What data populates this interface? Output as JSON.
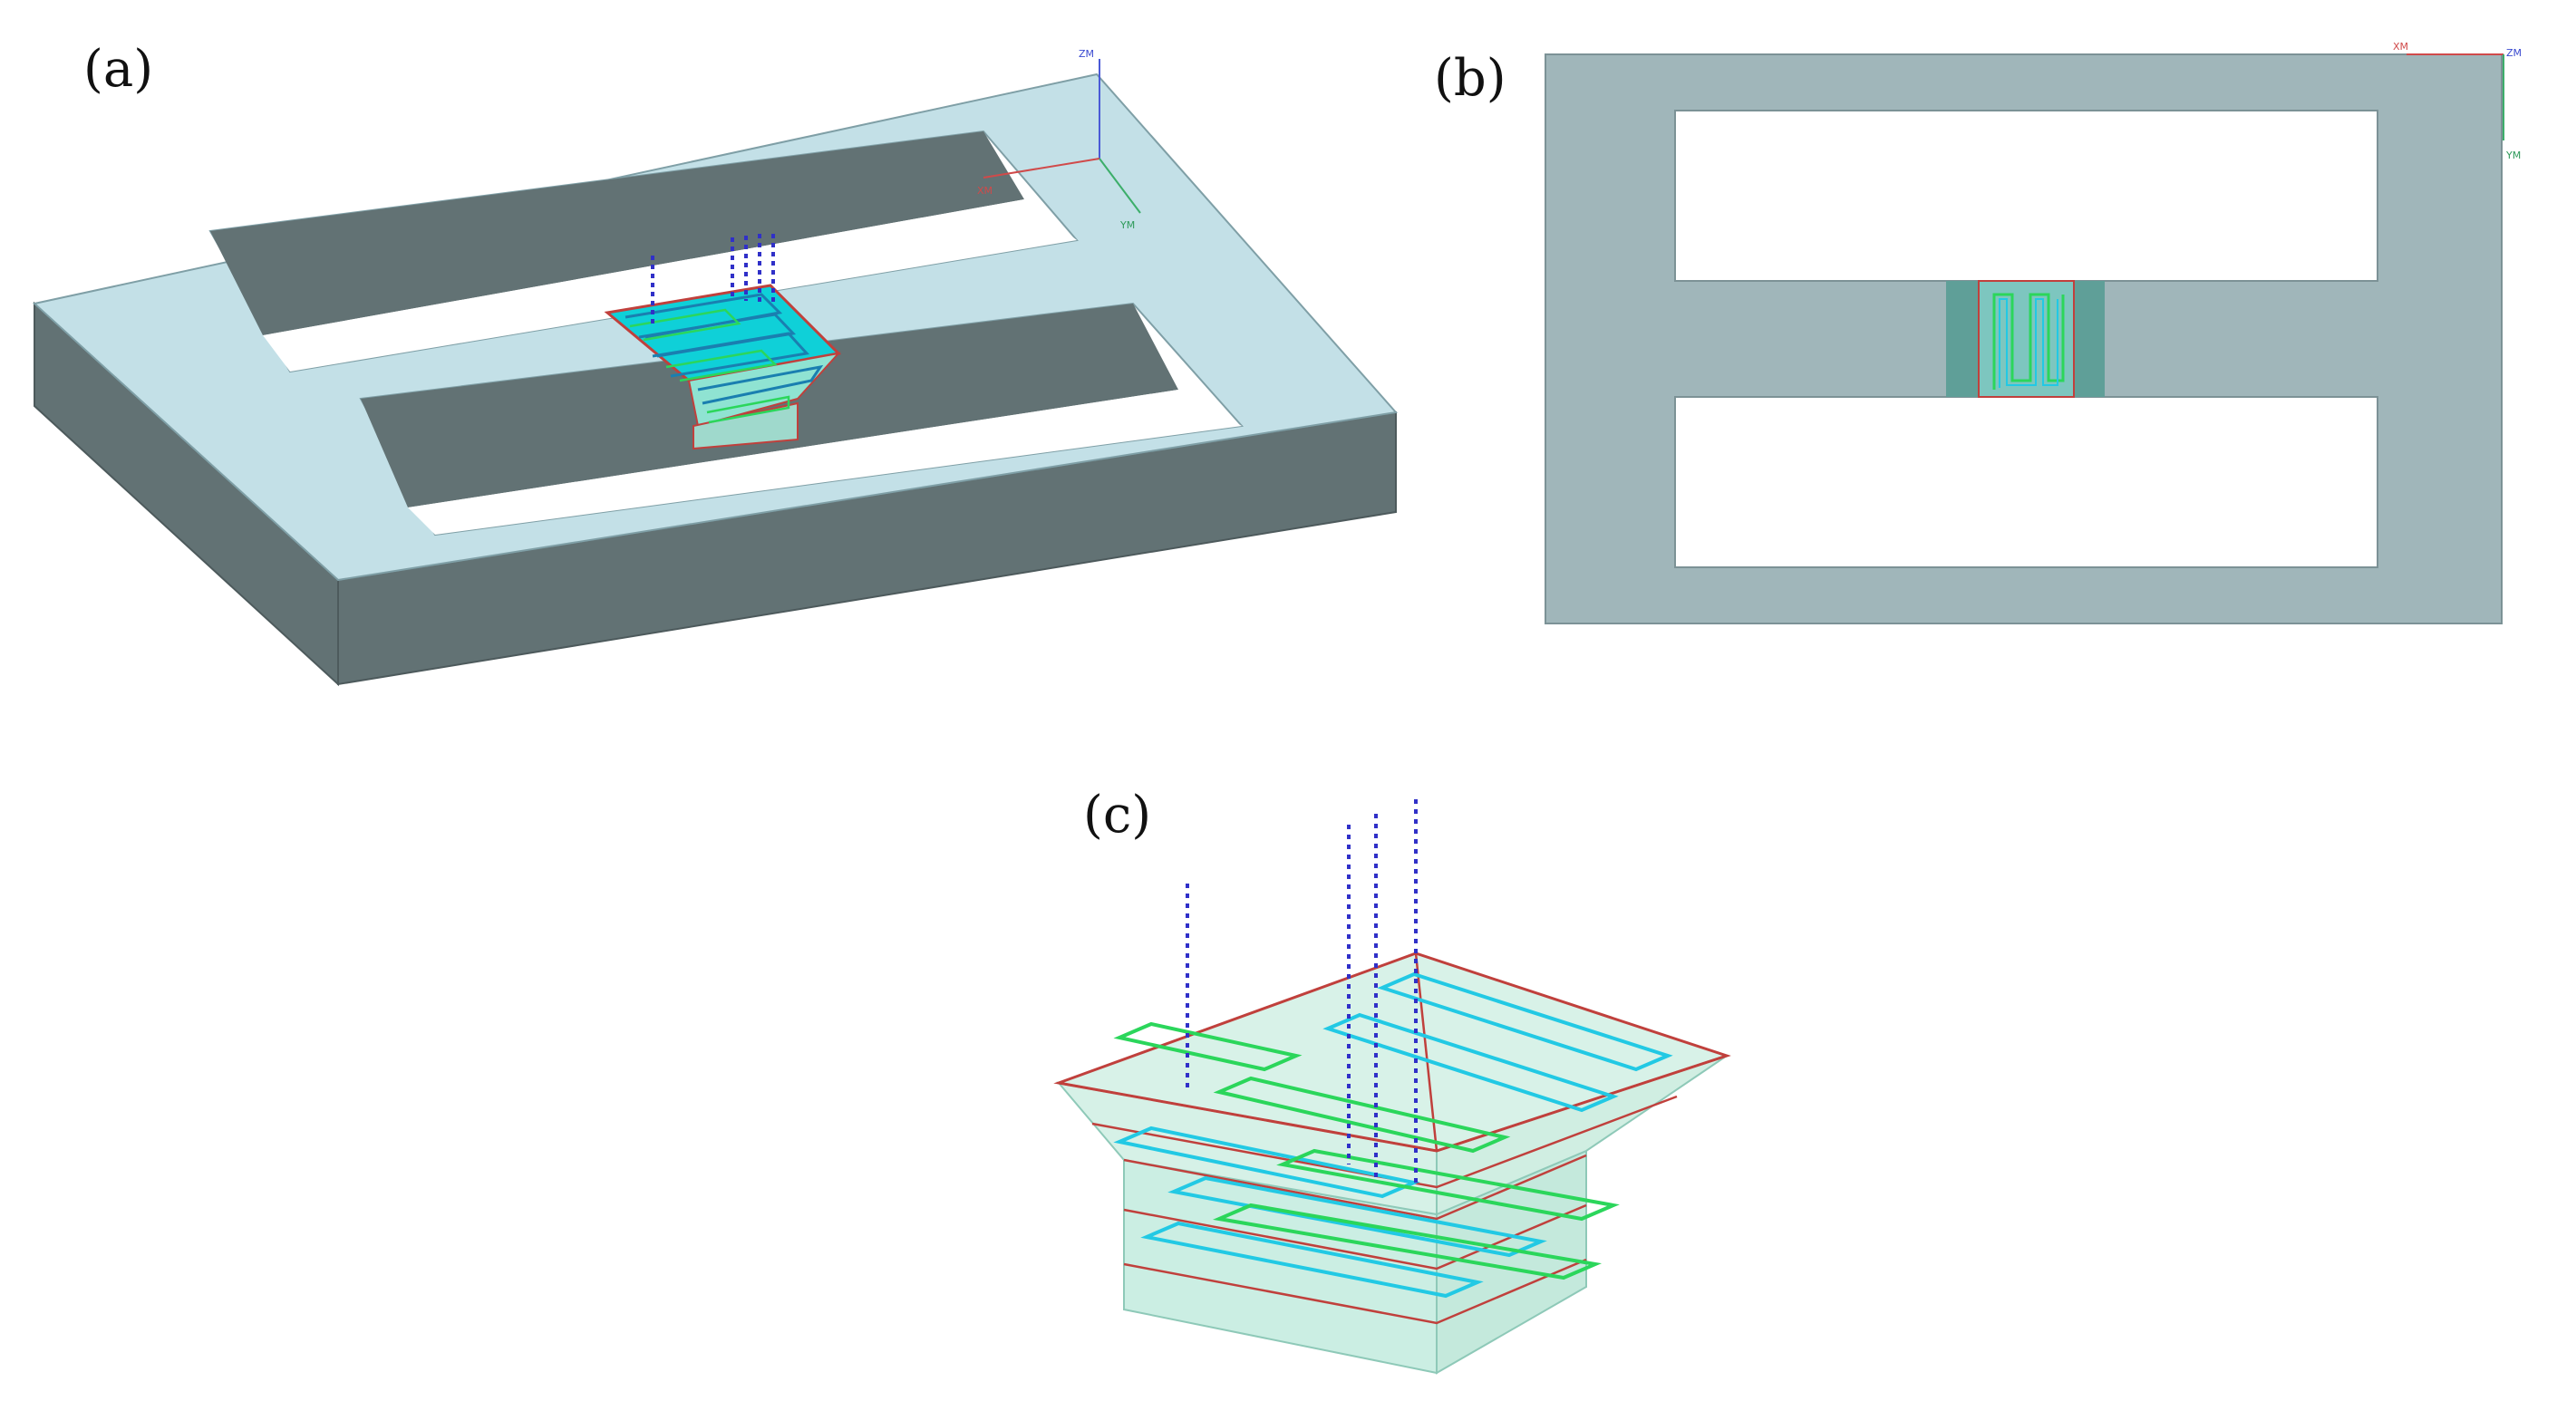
{
  "panels": {
    "a": {
      "label": "(a)"
    },
    "b": {
      "label": "(b)"
    },
    "c": {
      "label": "(c)"
    }
  },
  "axes": {
    "z": "ZM",
    "x": "XM",
    "y": "YM"
  },
  "colors": {
    "frame_top": "#c3e0e7",
    "frame_side": "#627274",
    "frame_flat": "#a0b6ba",
    "chip_body": "#cbeee3",
    "trace_cyan": "#22c9e4",
    "trace_green": "#2bd65b",
    "outline_red": "#c0403c",
    "wire_blue": "#3030c8"
  }
}
